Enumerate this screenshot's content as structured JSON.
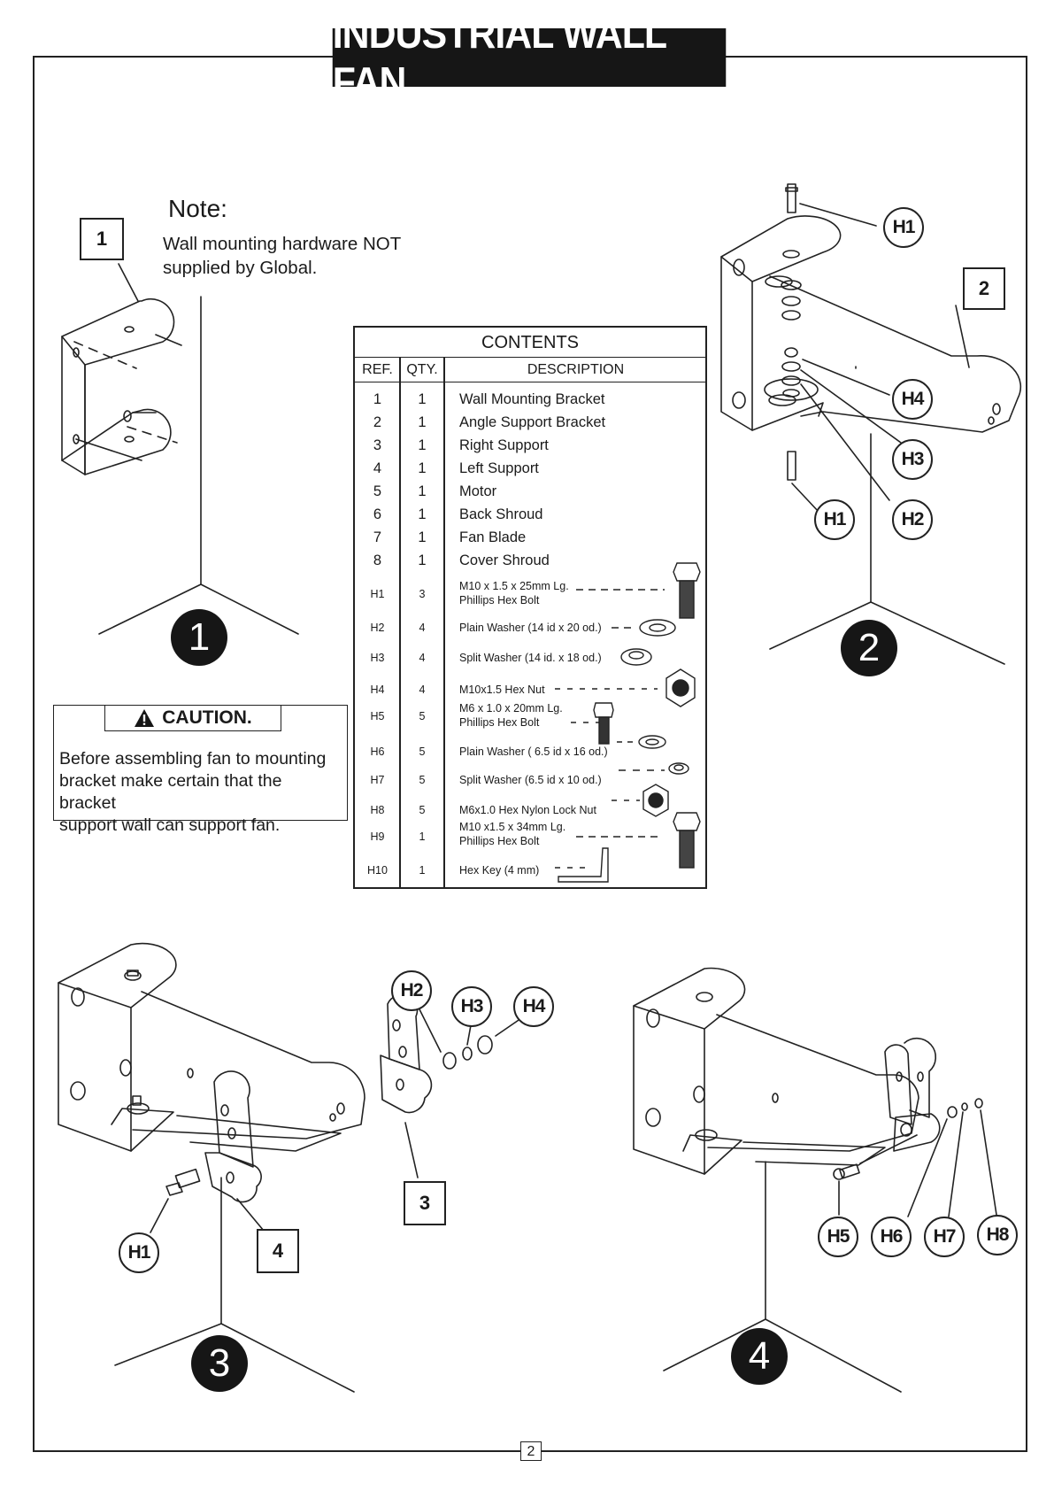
{
  "title": "INDUSTRIAL WALL FAN",
  "note": {
    "heading": "Note:",
    "line1": "Wall mounting hardware NOT",
    "line2": "supplied by Global."
  },
  "contents": {
    "title": "CONTENTS",
    "headers": {
      "ref": "REF.",
      "qty": "QTY.",
      "description": "DESCRIPTION"
    },
    "rows": [
      {
        "ref": "1",
        "qty": "1",
        "description": "Wall Mounting Bracket"
      },
      {
        "ref": "2",
        "qty": "1",
        "description": "Angle Support Bracket"
      },
      {
        "ref": "3",
        "qty": "1",
        "description": "Right Support"
      },
      {
        "ref": "4",
        "qty": "1",
        "description": "Left Support"
      },
      {
        "ref": "5",
        "qty": "1",
        "description": "Motor"
      },
      {
        "ref": "6",
        "qty": "1",
        "description": "Back Shroud"
      },
      {
        "ref": "7",
        "qty": "1",
        "description": "Fan Blade"
      },
      {
        "ref": "8",
        "qty": "1",
        "description": "Cover Shroud"
      },
      {
        "ref": "H1",
        "qty": "3",
        "description": "M10 x 1.5 x 25mm Lg.",
        "description2": "Phillips Hex Bolt",
        "icon": "hex-bolt-icon"
      },
      {
        "ref": "H2",
        "qty": "4",
        "description": "Plain Washer (14 id x 20 od.)",
        "icon": "plain-washer-icon"
      },
      {
        "ref": "H3",
        "qty": "4",
        "description": "Split Washer (14 id. x 18 od.)",
        "icon": "split-washer-icon"
      },
      {
        "ref": "H4",
        "qty": "4",
        "description": "M10x1.5 Hex Nut",
        "icon": "hex-nut-icon"
      },
      {
        "ref": "H5",
        "qty": "5",
        "description": "M6 x 1.0 x 20mm Lg.",
        "description2": "Phillips Hex Bolt",
        "icon": "hex-bolt-icon"
      },
      {
        "ref": "H6",
        "qty": "5",
        "description": "Plain Washer ( 6.5 id x 16 od.)",
        "icon": "plain-washer-icon"
      },
      {
        "ref": "H7",
        "qty": "5",
        "description": "Split Washer (6.5 id x 10 od.)",
        "icon": "split-washer-icon"
      },
      {
        "ref": "H8",
        "qty": "5",
        "description": "M6x1.0 Hex Nylon Lock Nut",
        "icon": "lock-nut-icon"
      },
      {
        "ref": "H9",
        "qty": "1",
        "description": "M10 x1.5 x 34mm Lg.",
        "description2": "Phillips Hex Bolt",
        "icon": "hex-bolt-icon"
      },
      {
        "ref": "H10",
        "qty": "1",
        "description": "Hex Key (4 mm)",
        "icon": "hex-key-icon"
      }
    ]
  },
  "caution": {
    "label": "CAUTION.",
    "line1": "Before assembling fan to mounting",
    "line2": "bracket make certain that the bracket",
    "line3": "support wall can support fan."
  },
  "steps": [
    "1",
    "2",
    "3",
    "4"
  ],
  "callouts": {
    "step1": {
      "part": "1"
    },
    "step2": {
      "part": "2",
      "h1_top": "H1",
      "h4": "H4",
      "h3": "H3",
      "h1_bottom": "H1",
      "h2": "H2"
    },
    "step3": {
      "h2": "H2",
      "h3": "H3",
      "h4": "H4",
      "part3": "3",
      "h1": "H1",
      "part4": "4"
    },
    "step4": {
      "h5": "H5",
      "h6": "H6",
      "h7": "H7",
      "h8": "H8"
    }
  },
  "page_number": "2"
}
